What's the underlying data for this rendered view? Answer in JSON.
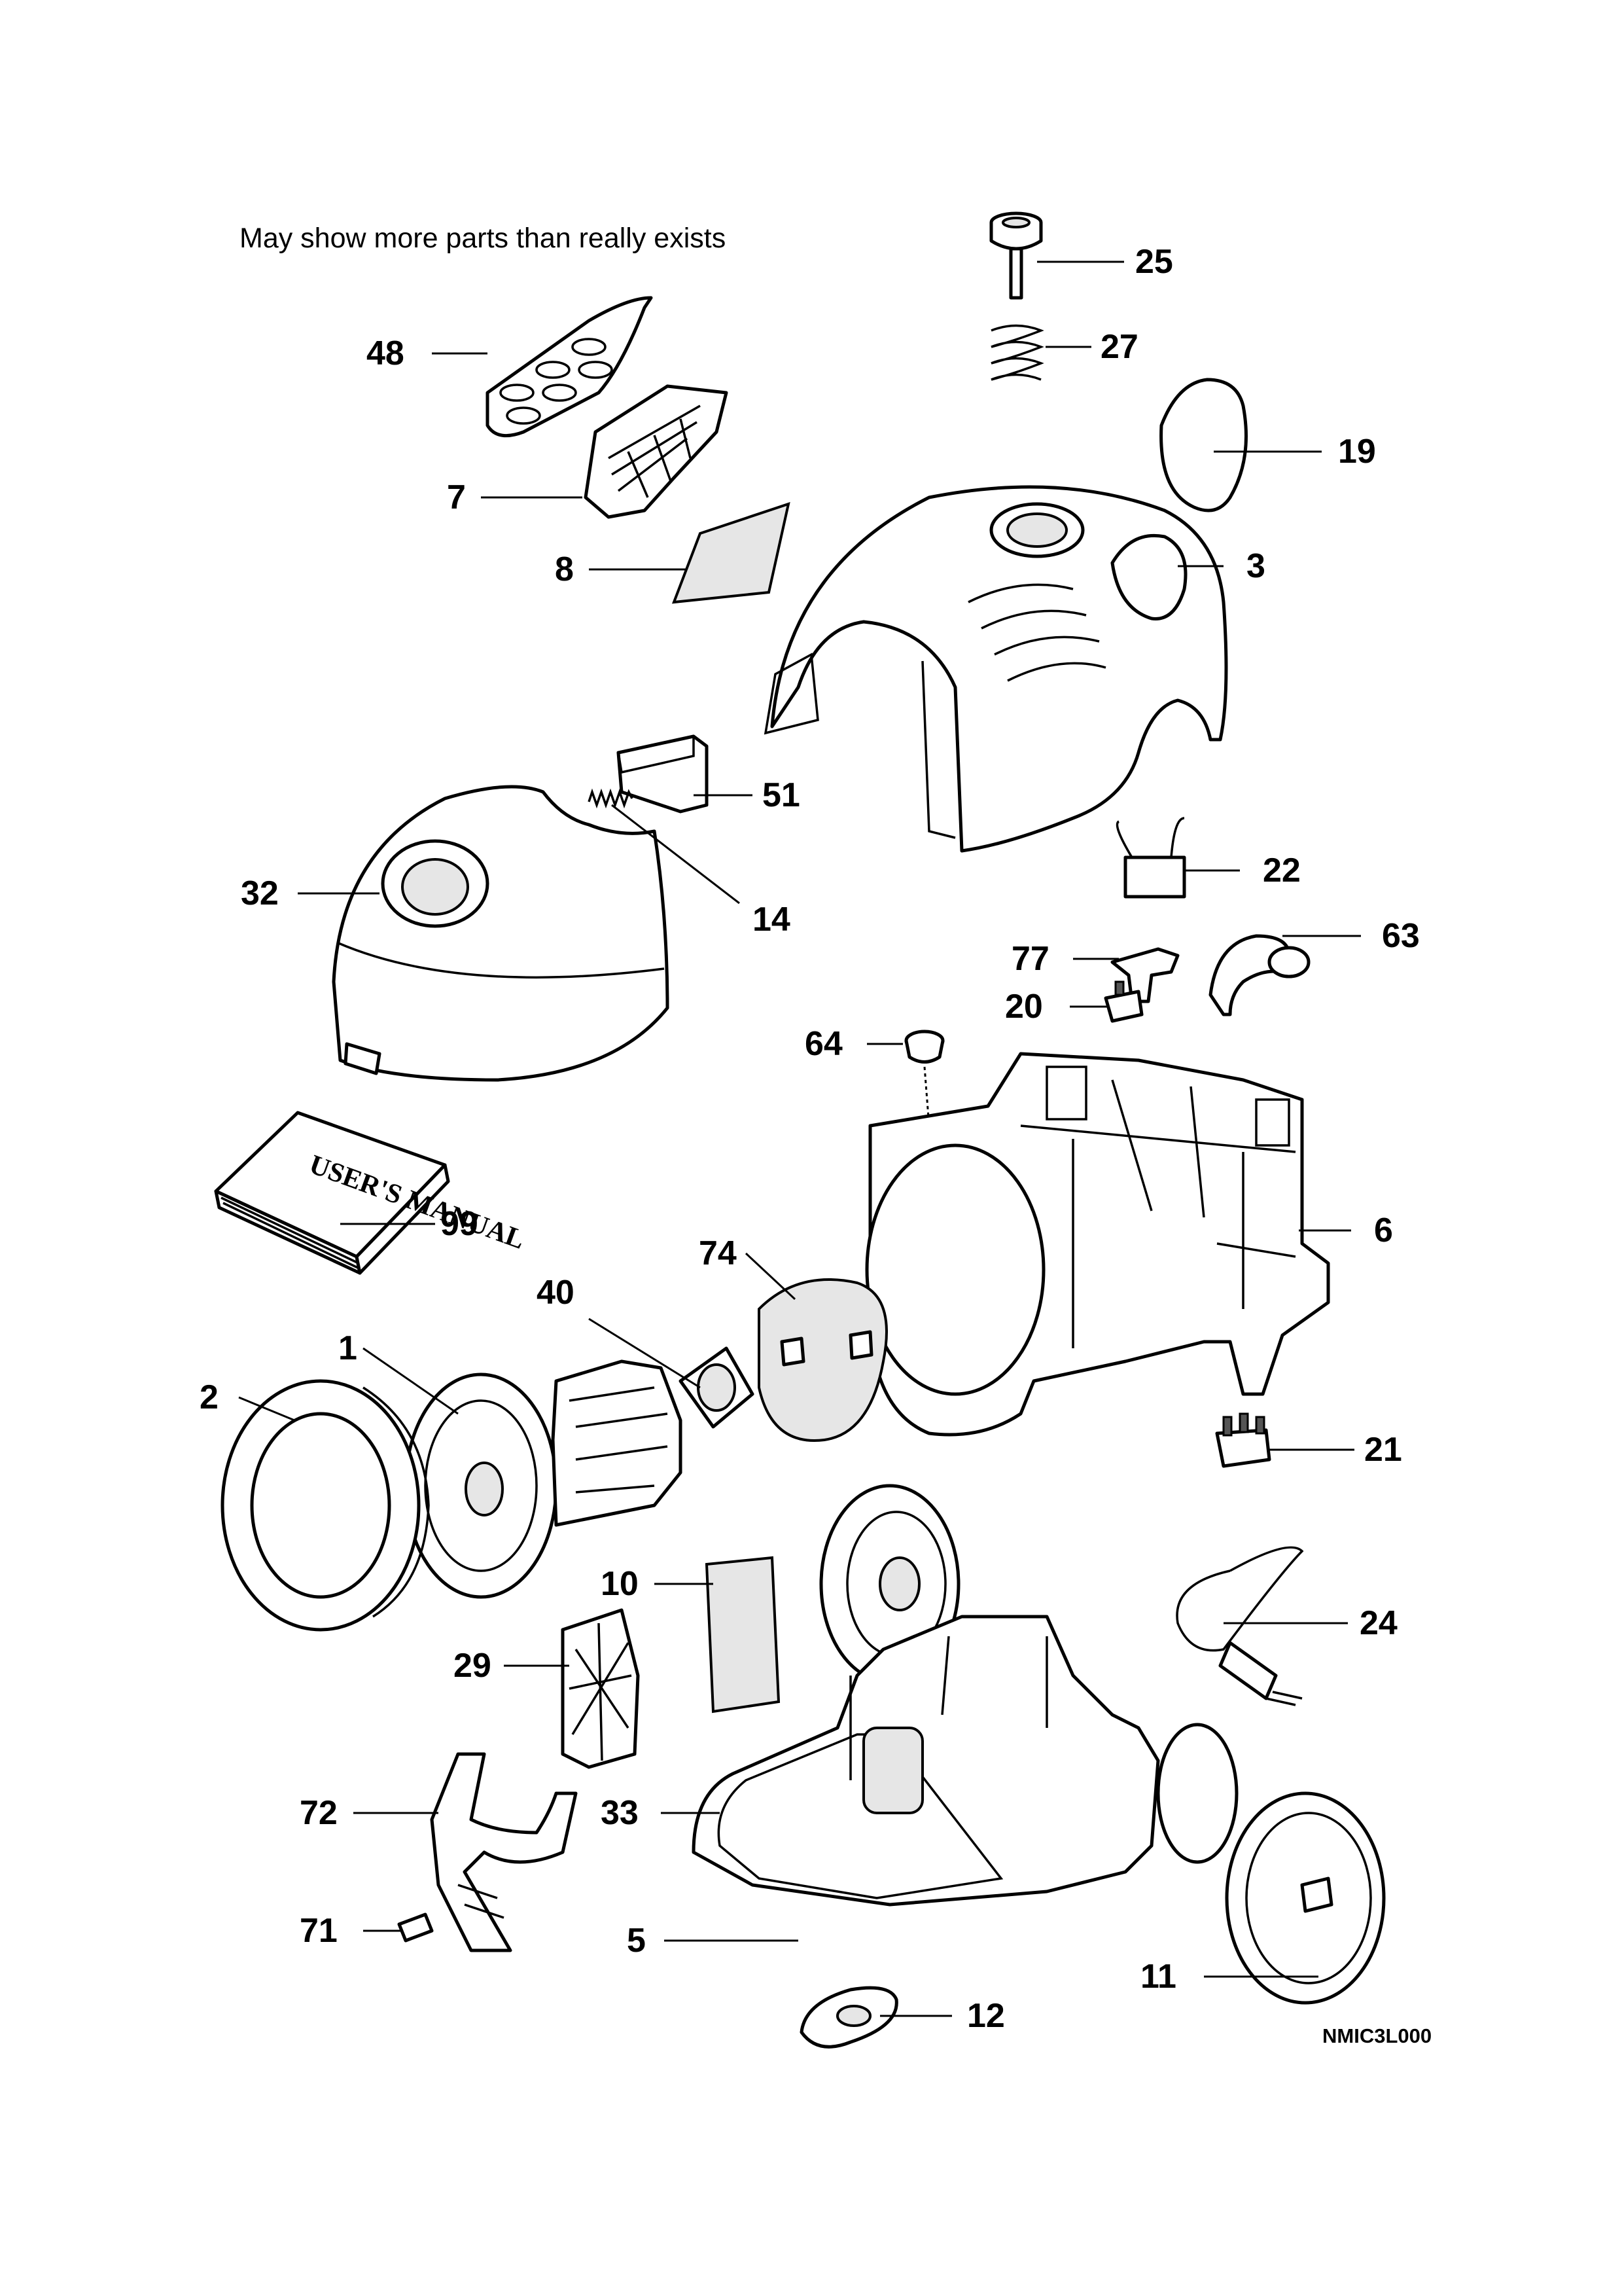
{
  "note": "May show more parts than really exists",
  "diagram_code": "NMIC3L000",
  "parts": [
    {
      "id": "25",
      "label": "25"
    },
    {
      "id": "27",
      "label": "27"
    },
    {
      "id": "48",
      "label": "48"
    },
    {
      "id": "19",
      "label": "19"
    },
    {
      "id": "7",
      "label": "7"
    },
    {
      "id": "3",
      "label": "3"
    },
    {
      "id": "8",
      "label": "8"
    },
    {
      "id": "51",
      "label": "51"
    },
    {
      "id": "22",
      "label": "22"
    },
    {
      "id": "32",
      "label": "32"
    },
    {
      "id": "14",
      "label": "14"
    },
    {
      "id": "77",
      "label": "77"
    },
    {
      "id": "63",
      "label": "63"
    },
    {
      "id": "20",
      "label": "20"
    },
    {
      "id": "64",
      "label": "64"
    },
    {
      "id": "6",
      "label": "6"
    },
    {
      "id": "99",
      "label": "99"
    },
    {
      "id": "74",
      "label": "74"
    },
    {
      "id": "40",
      "label": "40"
    },
    {
      "id": "1",
      "label": "1"
    },
    {
      "id": "2",
      "label": "2"
    },
    {
      "id": "21",
      "label": "21"
    },
    {
      "id": "10",
      "label": "10"
    },
    {
      "id": "24",
      "label": "24"
    },
    {
      "id": "29",
      "label": "29"
    },
    {
      "id": "72",
      "label": "72"
    },
    {
      "id": "33",
      "label": "33"
    },
    {
      "id": "71",
      "label": "71"
    },
    {
      "id": "5",
      "label": "5"
    },
    {
      "id": "11",
      "label": "11"
    },
    {
      "id": "12",
      "label": "12"
    }
  ],
  "manual_cover_text": "USER'S MANUAL"
}
